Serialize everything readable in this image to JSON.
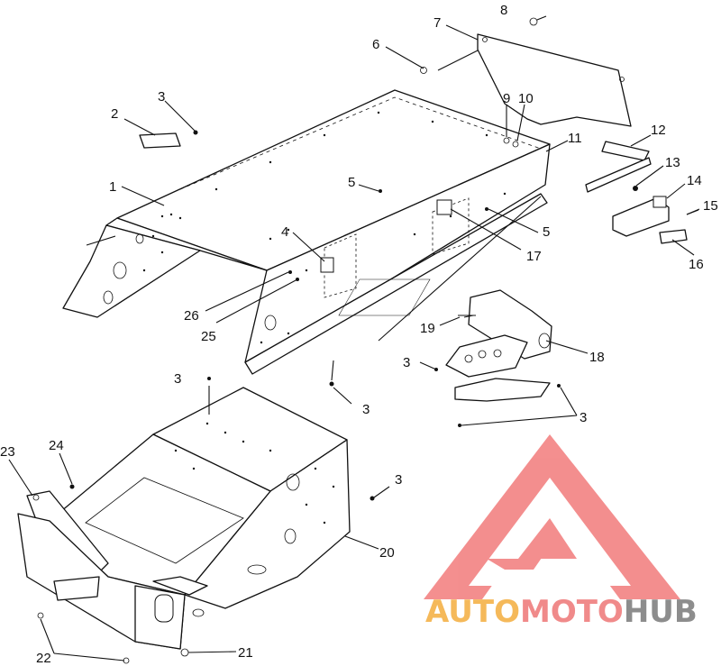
{
  "diagram": {
    "callouts": [
      {
        "id": "c1",
        "text": "1"
      },
      {
        "id": "c2",
        "text": "2"
      },
      {
        "id": "c3a",
        "text": "3"
      },
      {
        "id": "c4",
        "text": "4"
      },
      {
        "id": "c5a",
        "text": "5"
      },
      {
        "id": "c5b",
        "text": "5"
      },
      {
        "id": "c6",
        "text": "6"
      },
      {
        "id": "c7",
        "text": "7"
      },
      {
        "id": "c8",
        "text": "8"
      },
      {
        "id": "c9",
        "text": "9"
      },
      {
        "id": "c10",
        "text": "10"
      },
      {
        "id": "c11",
        "text": "11"
      },
      {
        "id": "c12",
        "text": "12"
      },
      {
        "id": "c13",
        "text": "13"
      },
      {
        "id": "c14",
        "text": "14"
      },
      {
        "id": "c15",
        "text": "15"
      },
      {
        "id": "c16",
        "text": "16"
      },
      {
        "id": "c17",
        "text": "17"
      },
      {
        "id": "c18",
        "text": "18"
      },
      {
        "id": "c19",
        "text": "19"
      },
      {
        "id": "c20",
        "text": "20"
      },
      {
        "id": "c21",
        "text": "21"
      },
      {
        "id": "c22",
        "text": "22"
      },
      {
        "id": "c23",
        "text": "23"
      },
      {
        "id": "c24",
        "text": "24"
      },
      {
        "id": "c25",
        "text": "25"
      },
      {
        "id": "c26",
        "text": "26"
      },
      {
        "id": "c3b",
        "text": "3"
      },
      {
        "id": "c3c",
        "text": "3"
      },
      {
        "id": "c3d",
        "text": "3"
      },
      {
        "id": "c3e",
        "text": "3"
      },
      {
        "id": "c3f",
        "text": "3"
      }
    ]
  },
  "watermark": {
    "part1": "AUTO",
    "part2": "MOTO",
    "part3": "HUB",
    "colors": {
      "auto": "#f5b95a",
      "moto": "#f08a8a",
      "hub": "#8d8d8d",
      "logo": "#f27b7b"
    }
  }
}
